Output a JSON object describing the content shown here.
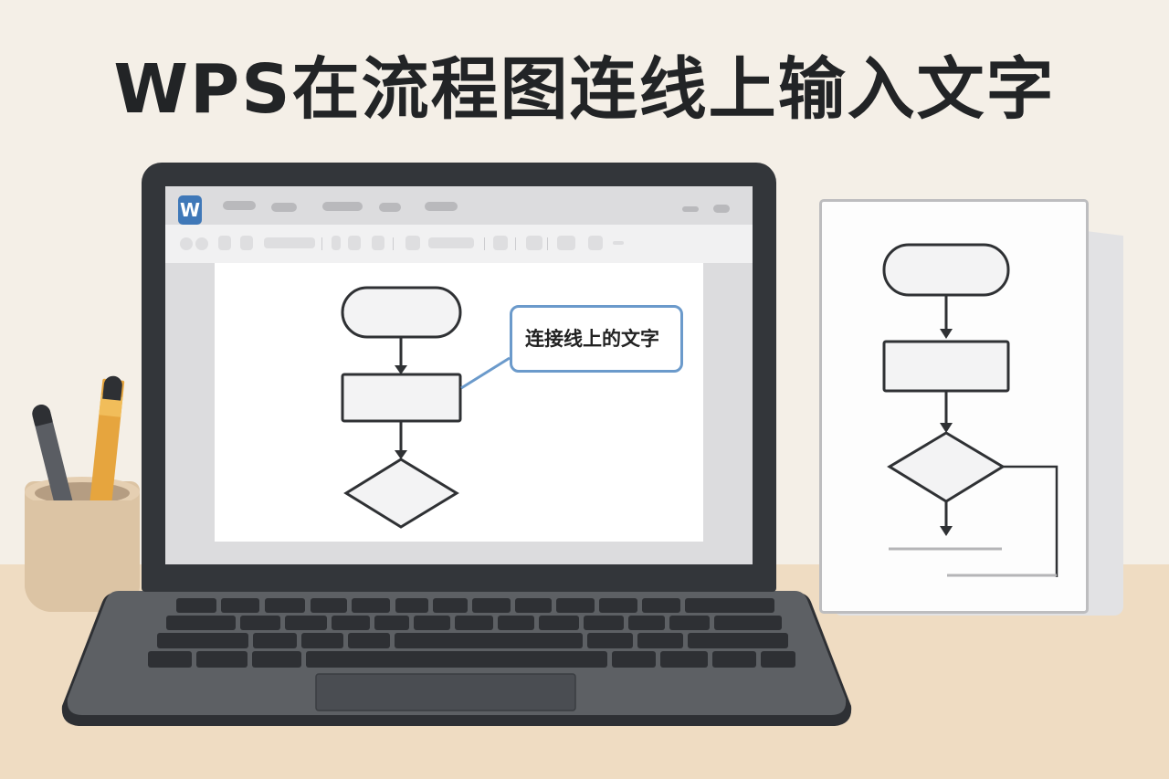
{
  "title": "WPS在流程图连线上输入文字",
  "colors": {
    "background": "#f4efe7",
    "desk": "#efdcc2",
    "laptop_body": "#33363a",
    "keyboard_deck": "#5d6064",
    "key": "#2e3034",
    "shape_stroke": "#2f3134",
    "shape_fill": "#f3f3f4",
    "callout_border": "#6b9acb",
    "app_logo": "#3f78b8",
    "pencil": "#e6a53e",
    "cup": "#dcc4a4"
  },
  "laptop": {
    "app": {
      "logo_letter": "W",
      "logo_icon": "wps-writer-icon",
      "menu_placeholders": 5,
      "window_controls": 2,
      "toolbar_placeholders": 14
    },
    "document": {
      "flowchart": {
        "shapes": [
          "terminator",
          "process",
          "decision"
        ],
        "connectors": [
          "terminator-to-process",
          "process-to-decision"
        ]
      },
      "callout": {
        "text": "连接线上的文字",
        "attached_to": "process"
      }
    }
  },
  "paper": {
    "flowchart": {
      "shapes": [
        "terminator",
        "process",
        "decision"
      ],
      "connectors": [
        "terminator-to-process",
        "process-to-decision",
        "decision-down",
        "decision-right-loop"
      ]
    }
  },
  "decor": {
    "pen_cup": "pen-cup-icon",
    "pen": "pen-icon",
    "pencil": "pencil-icon"
  }
}
